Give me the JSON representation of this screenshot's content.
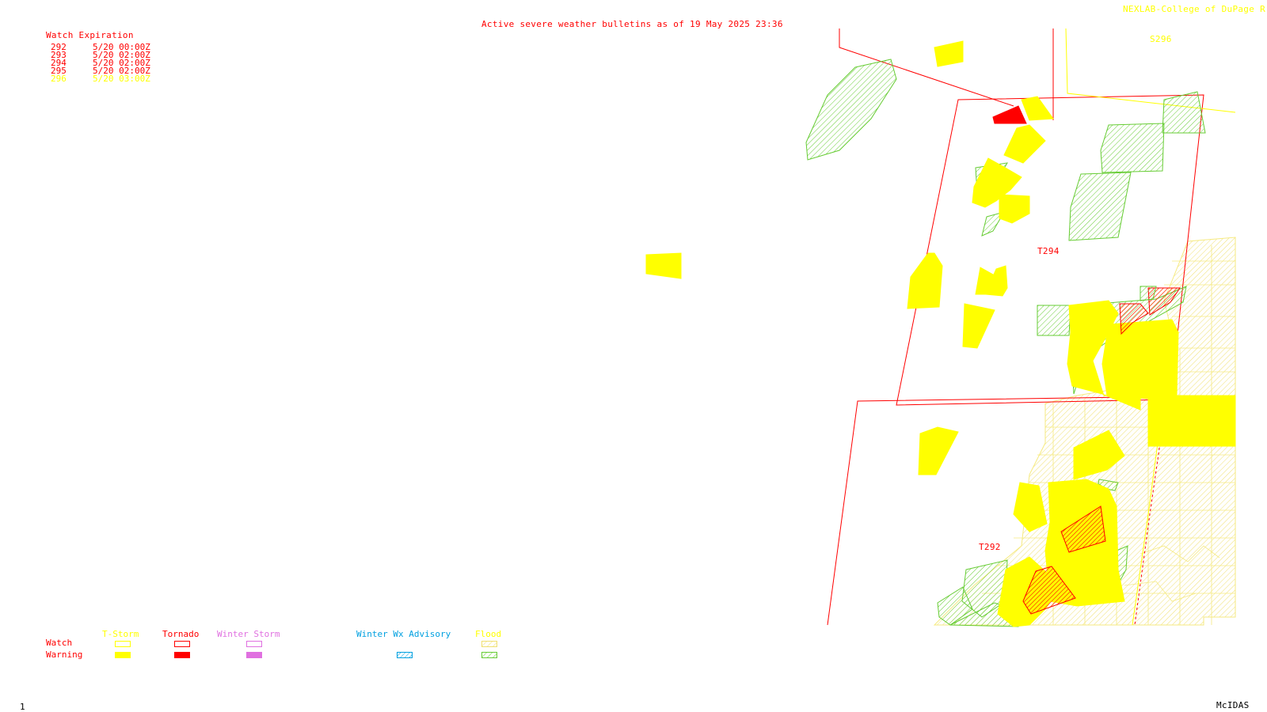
{
  "header": {
    "title": "Active severe weather bulletins as of 19 May 2025 23:36",
    "credit": "NEXLAB-College of DuPage R"
  },
  "watch_table": {
    "heading": "Watch Expiration",
    "rows": [
      {
        "id": "292",
        "expires": "5/20 00:00Z",
        "color": "#ff0000"
      },
      {
        "id": "293",
        "expires": "5/20 02:00Z",
        "color": "#ff0000"
      },
      {
        "id": "294",
        "expires": "5/20 02:00Z",
        "color": "#ff0000"
      },
      {
        "id": "295",
        "expires": "5/20 02:00Z",
        "color": "#ff0000"
      },
      {
        "id": "296",
        "expires": "5/20 03:00Z",
        "color": "#ffff00"
      }
    ]
  },
  "map_labels": {
    "t294": "T294",
    "t292": "T292",
    "s296": "S296"
  },
  "legend": {
    "row_watch": "Watch",
    "row_warning": "Warning",
    "categories": [
      {
        "label": "T-Storm",
        "color": "#ffff00"
      },
      {
        "label": "Tornado",
        "color": "#ff0000"
      },
      {
        "label": "Winter Storm",
        "color": "#e070e0"
      },
      {
        "label": "Winter Wx Advisory",
        "color": "#00a0e0"
      },
      {
        "label": "Flood",
        "color": "#ffff00"
      }
    ]
  },
  "footer": {
    "frame_number": "1",
    "software": "McIDAS"
  },
  "colors": {
    "tornado": "#ff0000",
    "tstorm": "#ffff00",
    "flood": "#66cc33",
    "winter_storm": "#e070e0",
    "winter_advisory": "#00a0e0"
  }
}
